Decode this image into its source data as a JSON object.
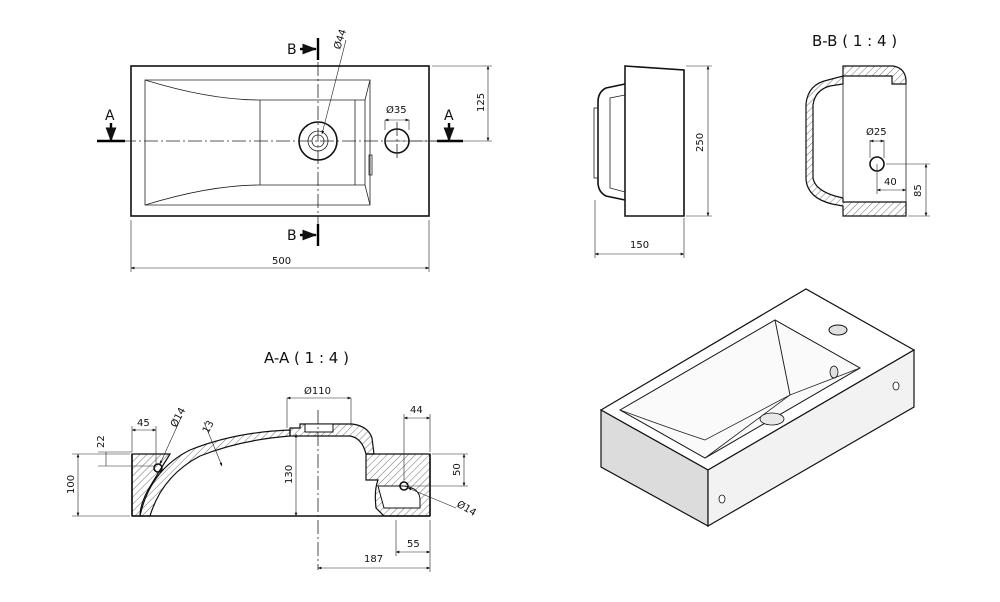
{
  "section_titles": {
    "bb": "B-B ( 1 : 4 )",
    "aa": "A-A ( 1 : 4 )"
  },
  "cut_labels": {
    "a": "A",
    "b": "B"
  },
  "top_view": {
    "width": "500",
    "depth": "125",
    "drain_dia": "Ø44",
    "tap_dia": "Ø35"
  },
  "side_view": {
    "height": "250",
    "depth": "150"
  },
  "section_bb": {
    "hole_dia": "Ø25",
    "offset": "40",
    "height": "85"
  },
  "section_aa": {
    "drain_dia": "Ø110",
    "hole_left_dia": "Ø14",
    "hole_right_dia": "Ø14",
    "wall": "13",
    "rim": "45",
    "top_offset": "22",
    "height": "100",
    "drain_height": "130",
    "right_width": "44",
    "right_height": "50",
    "bottom_offset": "55",
    "drain_offset": "187"
  },
  "colors": {
    "line": "#111111",
    "face_light": "#ffffff",
    "face_shade": "#dcdcdc"
  }
}
